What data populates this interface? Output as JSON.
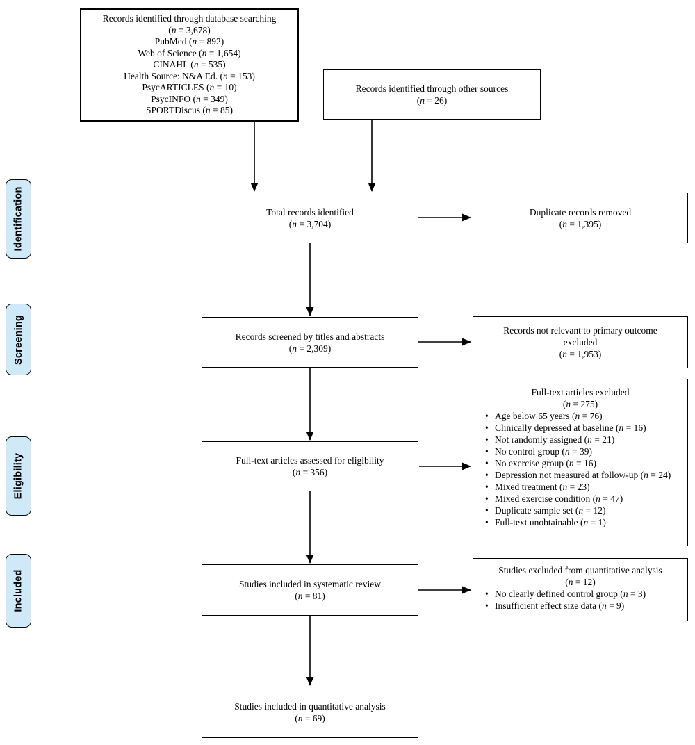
{
  "stage_labels": [
    {
      "id": "identification",
      "label": "Identification"
    },
    {
      "id": "screening",
      "label": "Screening"
    },
    {
      "id": "eligibility",
      "label": "Eligibility"
    },
    {
      "id": "included",
      "label": "Included"
    }
  ],
  "boxes": {
    "database_search": {
      "lines": [
        "Records identified through database searching",
        "(n = 3,678)",
        "PubMed (n = 892)",
        "Web of Science (n = 1,654)",
        "CINAHL (n = 535)",
        "Health Source: N&A Ed. (n = 153)",
        "PsycARTICLES (n = 10)",
        "PsycINFO (n = 349)",
        "SPORTDiscus (n = 85)"
      ]
    },
    "other_sources": {
      "lines": [
        "Records identified through other sources",
        "(n = 26)"
      ]
    },
    "total_identified": {
      "lines": [
        "Total records identified",
        "(n = 3,704)"
      ]
    },
    "duplicates_removed": {
      "lines": [
        "Duplicate records removed",
        "(n = 1,395)"
      ]
    },
    "screened": {
      "lines": [
        "Records screened by titles and abstracts",
        "(n = 2,309)"
      ]
    },
    "not_relevant_excluded": {
      "lines": [
        "Records not relevant to primary outcome",
        "excluded",
        "(n = 1,953)"
      ]
    },
    "fulltext_assessed": {
      "lines": [
        "Full-text articles assessed for eligibility",
        "(n = 356)"
      ]
    },
    "fulltext_excluded": {
      "title_lines": [
        "Full-text articles excluded",
        "(n = 275)"
      ],
      "bullets": [
        "Age below 65 years (n = 76)",
        "Clinically depressed at baseline (n = 16)",
        "Not randomly assigned (n = 21)",
        "No control group (n = 39)",
        "No exercise group (n = 16)",
        "Depression not measured at follow-up (n = 24)",
        "Mixed treatment (n = 23)",
        "Mixed exercise condition (n = 47)",
        "Duplicate sample set (n = 12)",
        "Full-text unobtainable (n = 1)"
      ]
    },
    "systematic_review": {
      "lines": [
        "Studies included in systematic review",
        "(n = 81)"
      ]
    },
    "quantitative_excluded": {
      "title_lines": [
        "Studies excluded from quantitative analysis",
        "(n = 12)"
      ],
      "bullets": [
        "No clearly defined control group (n = 3)",
        "Insufficient effect size data (n = 9)"
      ]
    },
    "quantitative_included": {
      "lines": [
        "Studies included in quantitative analysis",
        "(n = 69)"
      ]
    }
  },
  "colors": {
    "stage_fill": "#cfe9f9",
    "stage_border": "#0a0a0a",
    "box_border": "#000000",
    "arrow": "#000000"
  }
}
